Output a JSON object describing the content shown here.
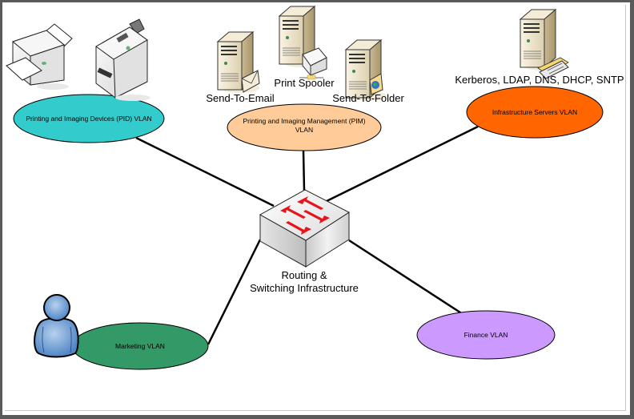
{
  "diagram": {
    "title": "VLAN network topology",
    "hub": {
      "label_line1": "Routing &",
      "label_line2": "Switching Infrastructure",
      "icon": "network-switch-icon",
      "arrow_color": "#e8141b"
    },
    "vlans": [
      {
        "id": "pid",
        "label": "Printing and Imaging Devices (PID) VLAN",
        "color": "#33cccc"
      },
      {
        "id": "pim",
        "label_line1": "Printing and Imaging Management (PIM)",
        "label_line2": "VLAN",
        "color": "#ffcc99"
      },
      {
        "id": "infra",
        "label": "Infrastructure Servers VLAN",
        "color": "#ff6600"
      },
      {
        "id": "marketing",
        "label": "Marketing VLAN",
        "color": "#339966"
      },
      {
        "id": "finance",
        "label": "Finance VLAN",
        "color": "#cc99ff"
      }
    ],
    "devices": {
      "pid": [
        {
          "icon": "inkjet-printer-icon"
        },
        {
          "icon": "laser-printer-icon"
        }
      ],
      "pim": [
        {
          "icon": "email-server-icon",
          "label": "Send-To-Email"
        },
        {
          "icon": "print-server-icon",
          "label": "Print Spooler"
        },
        {
          "icon": "folder-server-icon",
          "label": "Send-To-Folder"
        }
      ],
      "infra": [
        {
          "icon": "infrastructure-server-icon",
          "label": "Kerberos, LDAP, DNS, DHCP, SNTP"
        }
      ],
      "marketing": [
        {
          "icon": "user-icon"
        }
      ]
    },
    "connections": [
      {
        "from": "hub",
        "to": "pid"
      },
      {
        "from": "hub",
        "to": "pim"
      },
      {
        "from": "hub",
        "to": "infra"
      },
      {
        "from": "hub",
        "to": "marketing"
      },
      {
        "from": "hub",
        "to": "finance"
      }
    ],
    "line_color": "#000000",
    "frame_color": "#5a5a5a"
  }
}
